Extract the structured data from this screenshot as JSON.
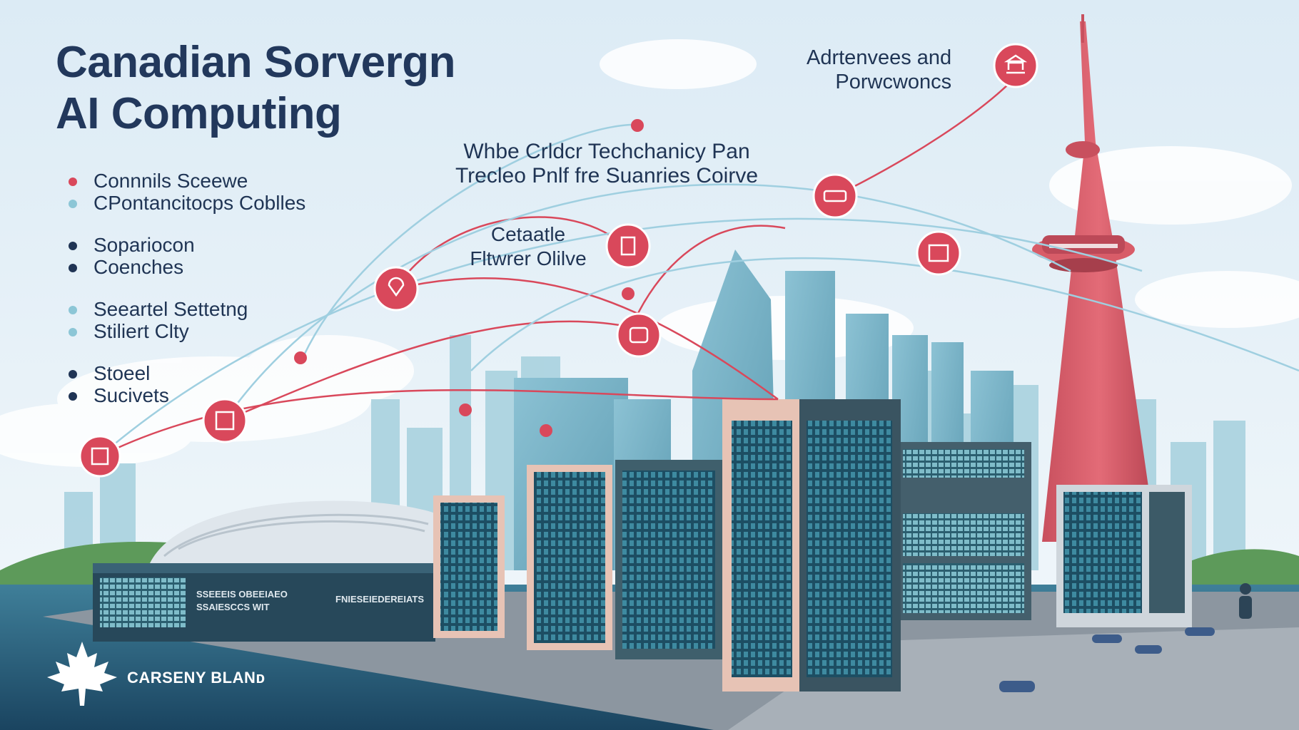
{
  "title": {
    "line1": "Canadian Sorvergn",
    "line2": "AI Computing"
  },
  "bullets": [
    {
      "label": "Connnils Sceewe",
      "color": "#d9485b"
    },
    {
      "label": "CPontancitocps Coblles",
      "color": "#8cc6d6"
    },
    {
      "label": "Soparіocon",
      "color": "#1f3454"
    },
    {
      "label": "Coenches",
      "color": "#1f3454"
    },
    {
      "label": "Seeartel Settetng",
      "color": "#8cc6d6"
    },
    {
      "label": "Stiliert Clty",
      "color": "#8cc6d6"
    },
    {
      "label": "Stoeel",
      "color": "#1f3454"
    },
    {
      "label": "Sucivets",
      "color": "#1f3454"
    }
  ],
  "callouts": {
    "top_right": {
      "line1": "Adrtenvees and",
      "line2": "Porwcwoncs"
    },
    "center_top": {
      "line1": "Whbe Crldcr Techchanicy Pan",
      "line2": "Trecleo Pnlf fre Suanries Coirve"
    },
    "center": {
      "line1": "Cetaatle",
      "line2": "Fltwrer Olilve"
    }
  },
  "building_signs": {
    "dome_line1": "SSEEEIS OBEEIAEO",
    "dome_line2": "SSAIESCCS WIT",
    "dome_side": "FNIESEIEDEREIATS"
  },
  "brand": {
    "name": "CARSENY BLANᴅ",
    "icon": "maple-leaf-icon"
  },
  "colors": {
    "accent_red": "#d9485b",
    "navy": "#22385c",
    "sky": "#e9f2f8",
    "water": "#1e4c66",
    "light_blue": "#8cc6d6"
  },
  "node_icons": [
    "server-rack-icon",
    "chip-icon",
    "location-pin-icon",
    "document-icon",
    "circuit-icon",
    "router-icon",
    "cloud-compute-icon",
    "dashboard-icon",
    "government-building-icon"
  ]
}
